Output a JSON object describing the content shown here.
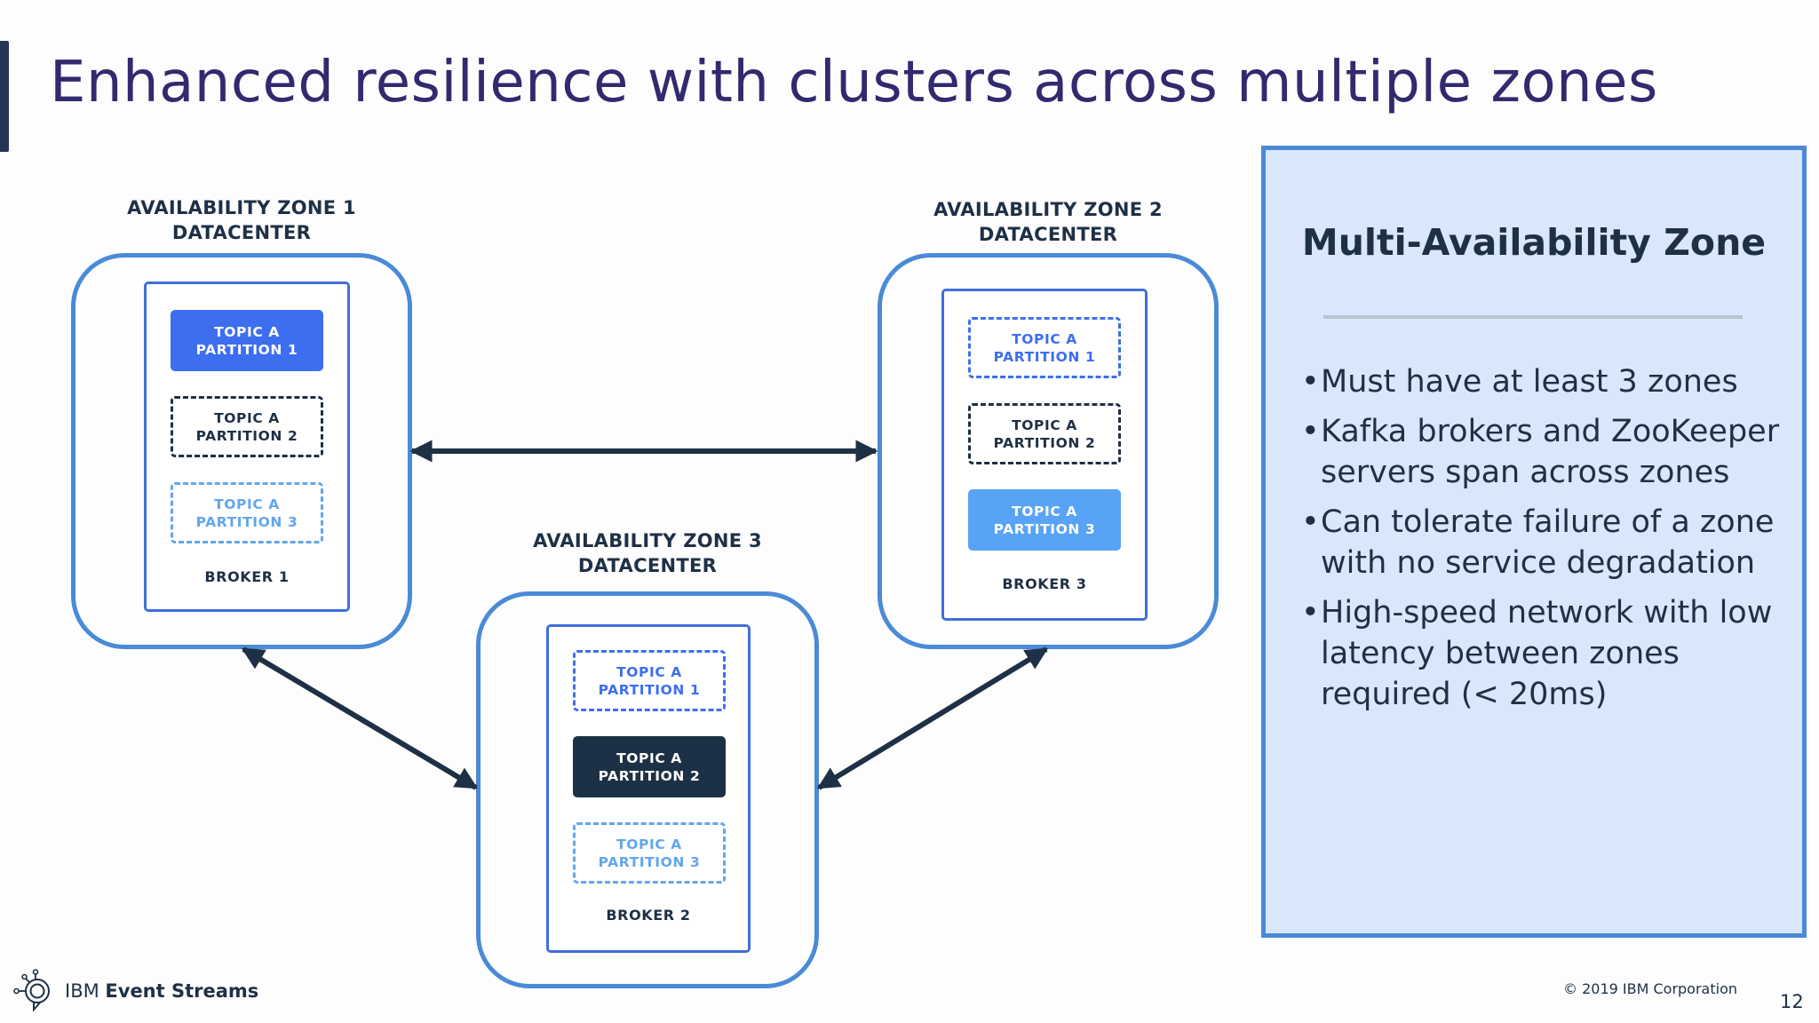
{
  "slide": {
    "title": "Enhanced resilience with clusters across multiple zones",
    "page_number": "12",
    "copyright": "© 2019 IBM Corporation"
  },
  "brand": {
    "icon": "event-streams-logo-icon",
    "prefix": "IBM",
    "product": "Event Streams"
  },
  "colors": {
    "zone_border": "#4a8ad8",
    "broker_border": "#3f6fdc",
    "partition1": "#3d6ef0",
    "partition2": "#1c3145",
    "partition3": "#58a3f5",
    "arrow": "#1e3045",
    "panel_fill": "#d9e6fb",
    "title": "#322a6e"
  },
  "zones": [
    {
      "label_line1": "AVAILABILITY ZONE 1",
      "label_line2": "DATACENTER",
      "broker": "BROKER 1",
      "partitions": [
        {
          "line1": "TOPIC A",
          "line2": "PARTITION 1",
          "role": "leader"
        },
        {
          "line1": "TOPIC A",
          "line2": "PARTITION 2",
          "role": "replica"
        },
        {
          "line1": "TOPIC A",
          "line2": "PARTITION 3",
          "role": "replica"
        }
      ]
    },
    {
      "label_line1": "AVAILABILITY ZONE 2",
      "label_line2": "DATACENTER",
      "broker": "BROKER 3",
      "partitions": [
        {
          "line1": "TOPIC A",
          "line2": "PARTITION 1",
          "role": "replica"
        },
        {
          "line1": "TOPIC A",
          "line2": "PARTITION 2",
          "role": "replica"
        },
        {
          "line1": "TOPIC A",
          "line2": "PARTITION 3",
          "role": "leader"
        }
      ]
    },
    {
      "label_line1": "AVAILABILITY ZONE 3",
      "label_line2": "DATACENTER",
      "broker": "BROKER 2",
      "partitions": [
        {
          "line1": "TOPIC A",
          "line2": "PARTITION 1",
          "role": "replica"
        },
        {
          "line1": "TOPIC A",
          "line2": "PARTITION 2",
          "role": "leader"
        },
        {
          "line1": "TOPIC A",
          "line2": "PARTITION 3",
          "role": "replica"
        }
      ]
    }
  ],
  "connections": [
    {
      "from": "AVAILABILITY ZONE 1",
      "to": "AVAILABILITY ZONE 2",
      "type": "bidirectional"
    },
    {
      "from": "AVAILABILITY ZONE 1",
      "to": "AVAILABILITY ZONE 3",
      "type": "bidirectional"
    },
    {
      "from": "AVAILABILITY ZONE 3",
      "to": "AVAILABILITY ZONE 2",
      "type": "bidirectional"
    }
  ],
  "panel": {
    "title": "Multi-Availability Zone",
    "bullet_char": "•",
    "bullets": [
      "Must have at least 3 zones",
      "Kafka brokers and ZooKeeper servers span across zones",
      "Can tolerate failure of a zone with no service degradation",
      "High-speed network with low latency between zones required (< 20ms)"
    ]
  }
}
